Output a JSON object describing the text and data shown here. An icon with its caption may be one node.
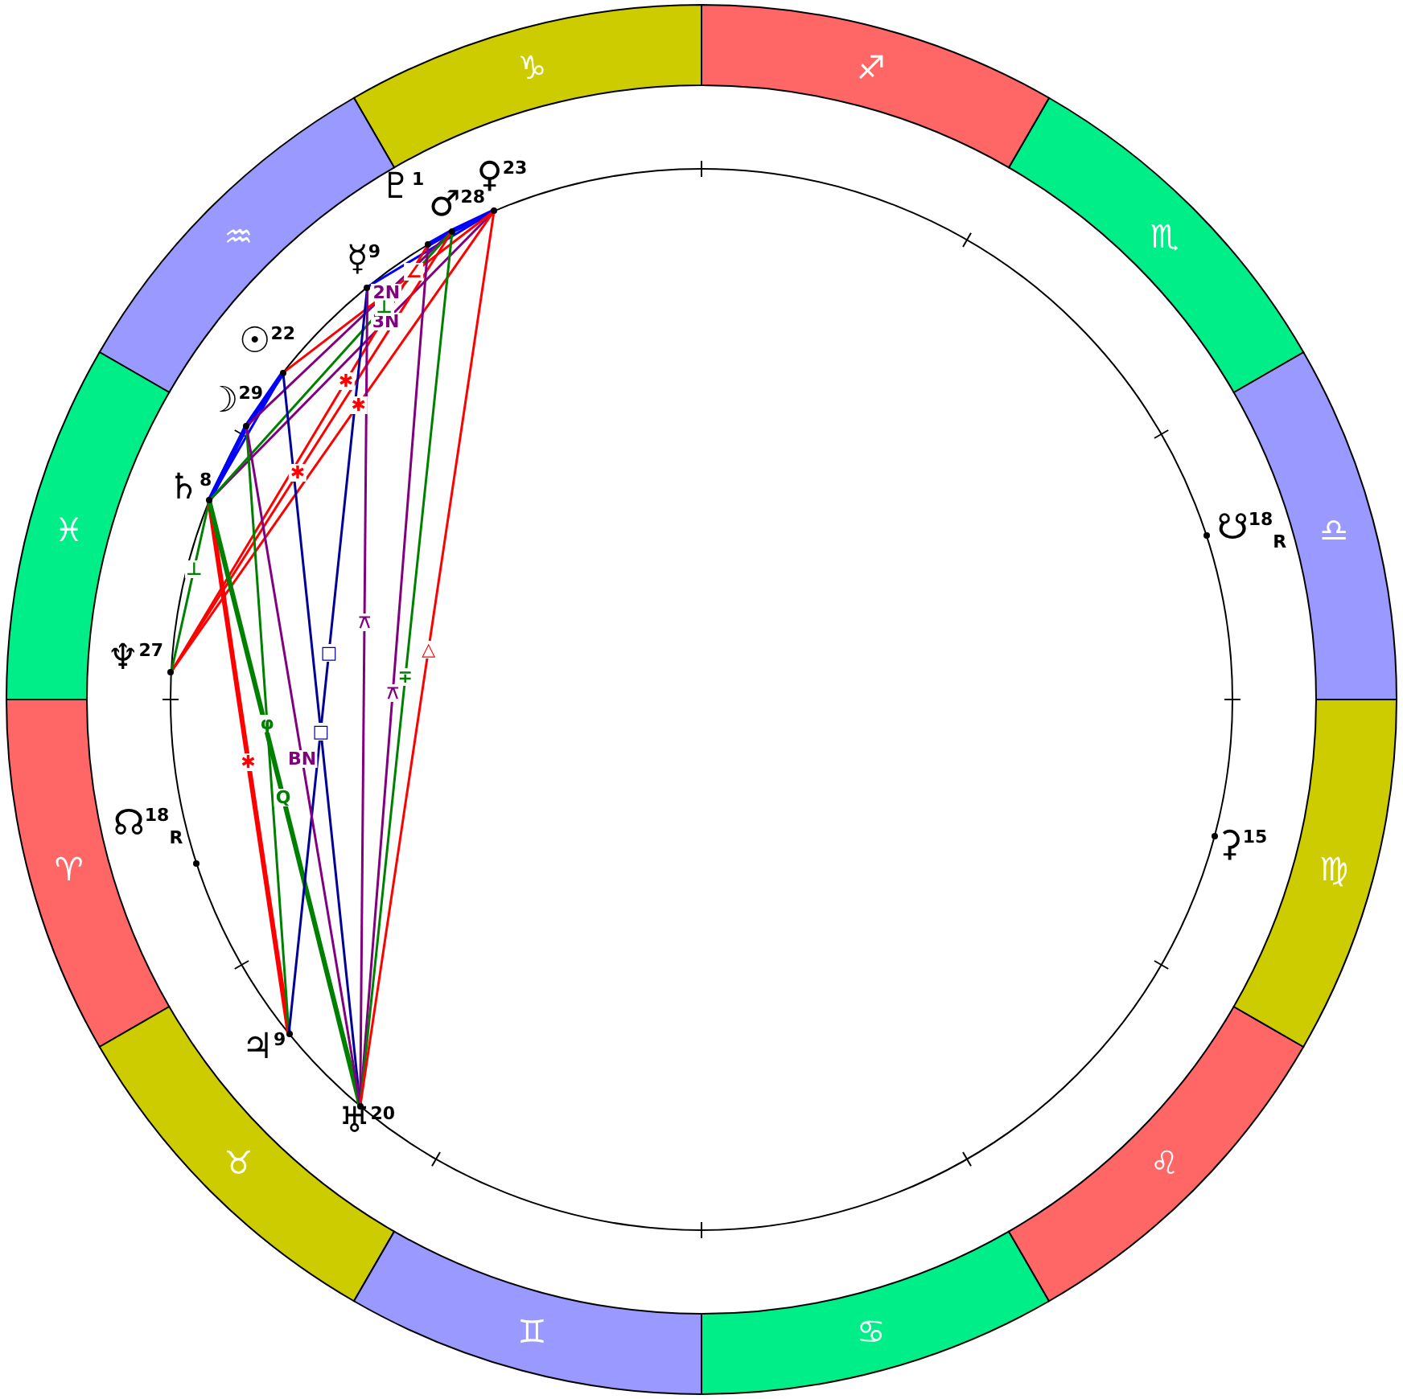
{
  "diagram": {
    "nodes": [
      {
        "text": [
          "♈"
        ]
      },
      {
        "text": [
          "♉"
        ]
      },
      {
        "text": [
          "♊"
        ]
      },
      {
        "text": [
          "♋"
        ]
      },
      {
        "text": [
          "♌"
        ]
      },
      {
        "text": [
          "♍"
        ]
      },
      {
        "text": [
          "♎"
        ]
      },
      {
        "text": [
          "♏"
        ]
      },
      {
        "text": [
          "♐"
        ]
      },
      {
        "text": [
          "♑"
        ]
      },
      {
        "text": [
          "♒"
        ]
      },
      {
        "text": [
          "♓"
        ]
      },
      {
        "text": [
          "♇$^{1}$"
        ]
      },
      {
        "text": [
          "♂$^{28}$"
        ]
      },
      {
        "text": [
          "♀$^{23}$"
        ]
      },
      {
        "text": [
          "☿$^{9}$"
        ]
      },
      {
        "text": [
          "☉$^{22}$"
        ]
      },
      {
        "text": [
          "☽$^{29}$"
        ]
      },
      {
        "text": [
          "♄$^{8}$"
        ]
      },
      {
        "text": [
          "☋$^{18}$$_{R}$"
        ]
      },
      {
        "text": [
          "♆$^{27}$"
        ]
      },
      {
        "text": [
          "☊$^{18}$$_{R}$"
        ]
      },
      {
        "text": [
          "⚳$^{15}$"
        ]
      },
      {
        "text": [
          "♃$^{9}$"
        ]
      },
      {
        "text": [
          "♅$^{20}$"
        ]
      }
    ],
    "edges": [
      {
        "from": 12,
        "to": 13,
        "arrow": "none",
        "style": "thick",
        "color": "#0000ff"
      },
      {
        "from": 13,
        "to": 14,
        "arrow": "none",
        "style": "thick",
        "color": "#0000ff"
      },
      {
        "from": 15,
        "to": 14,
        "arrow": "none",
        "color": "#0000ff"
      },
      {
        "from": 16,
        "to": 17,
        "arrow": "none",
        "style": "thick",
        "color": "#0000ff"
      },
      {
        "from": 17,
        "to": 18,
        "arrow": "none",
        "style": "thick",
        "color": "#0000ff"
      },
      {
        "from": 16,
        "to": 18,
        "arrow": "none",
        "color": "#0000ff"
      },
      {
        "from": 18,
        "to": 14,
        "arrow": "none",
        "label": "3N",
        "color": "#800080"
      },
      {
        "from": 17,
        "to": 13,
        "arrow": "none",
        "label": "2N",
        "color": "#800080"
      },
      {
        "from": 18,
        "to": 13,
        "arrow": "none",
        "label": "⊥",
        "color": "#008000"
      },
      {
        "from": 16,
        "to": 14,
        "arrow": "none",
        "label": "∠",
        "color": "#ff0000"
      },
      {
        "from": 20,
        "to": 13,
        "arrow": "none",
        "label": "✱",
        "color": "#ff0000"
      },
      {
        "from": 20,
        "to": 14,
        "arrow": "none",
        "label": "✱",
        "color": "#ff0000"
      },
      {
        "from": 20,
        "to": 12,
        "arrow": "none",
        "label": "✱",
        "color": "#ff0000"
      },
      {
        "from": 18,
        "to": 20,
        "arrow": "none",
        "label": "⊥",
        "color": "#008000"
      },
      {
        "from": 18,
        "to": 23,
        "arrow": "none",
        "label": "✱",
        "style": "thick",
        "color": "#ff0000"
      },
      {
        "from": 18,
        "to": 24,
        "arrow": "none",
        "label": "Q",
        "style": "thick",
        "color": "#008000"
      },
      {
        "from": 17,
        "to": 23,
        "arrow": "none",
        "label": "φ",
        "color": "#008000"
      },
      {
        "from": 15,
        "to": 23,
        "arrow": "none",
        "label": "□",
        "color": "#000099"
      },
      {
        "from": 16,
        "to": 24,
        "arrow": "none",
        "label": "□",
        "color": "#000099"
      },
      {
        "from": 17,
        "to": 24,
        "arrow": "none",
        "label": "BN",
        "color": "#800080"
      },
      {
        "from": 15,
        "to": 24,
        "arrow": "none",
        "label": "⚻",
        "color": "#800080"
      },
      {
        "from": 12,
        "to": 24,
        "arrow": "none",
        "label": "⚻",
        "color": "#800080"
      },
      {
        "from": 13,
        "to": 24,
        "arrow": "none",
        "label": "∓",
        "color": "#008000"
      },
      {
        "from": 14,
        "to": 24,
        "arrow": "none",
        "label": "△",
        "color": "#ff0000"
      }
    ]
  }
}
